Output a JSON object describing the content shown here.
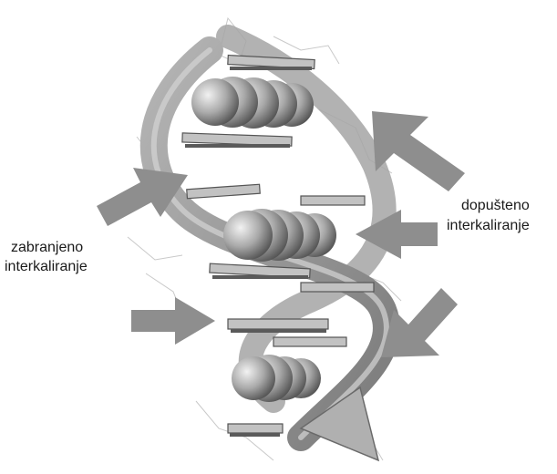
{
  "labels": {
    "left_line1": "zabranjeno",
    "left_line2": "interkaliranje",
    "right_line1": "dopušteno",
    "right_line2": "interkaliranje"
  },
  "colors": {
    "backbone": "#9c9c9c",
    "backbone_dark": "#6e6e6e",
    "arrow": "#8a8a8a",
    "sphere_light": "#e6e6e6",
    "sphere_dark": "#5c5c5c",
    "base_pair": "#bdbdbd",
    "wire": "#c8c8c8"
  },
  "icons": {
    "allowed_arrow": "arrow-allowed-icon",
    "forbidden_arrow": "arrow-forbidden-icon"
  }
}
